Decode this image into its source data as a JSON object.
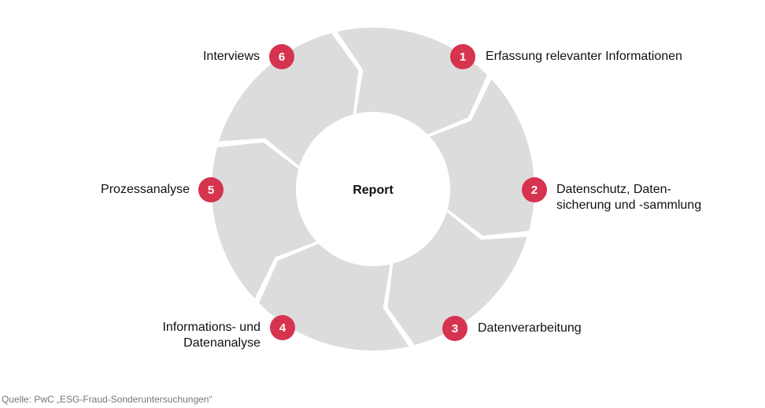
{
  "center": {
    "label": "Report"
  },
  "colors": {
    "segment": "#dcdcdc",
    "badge": "#d6334f",
    "badge_text": "#ffffff",
    "text": "#111111",
    "source": "#777777"
  },
  "steps": [
    {
      "number": "1",
      "lines": [
        "Erfassung relevanter Informationen"
      ]
    },
    {
      "number": "2",
      "lines": [
        "Datenschutz, Daten-",
        "sicherung und -sammlung"
      ]
    },
    {
      "number": "3",
      "lines": [
        "Datenverarbeitung"
      ]
    },
    {
      "number": "4",
      "lines": [
        "Informations- und",
        "Datenanalyse"
      ]
    },
    {
      "number": "5",
      "lines": [
        "Prozessanalyse"
      ]
    },
    {
      "number": "6",
      "lines": [
        "Interviews"
      ]
    }
  ],
  "source": "Quelle: PwC „ESG-Fraud-Sonderuntersuchungen“"
}
